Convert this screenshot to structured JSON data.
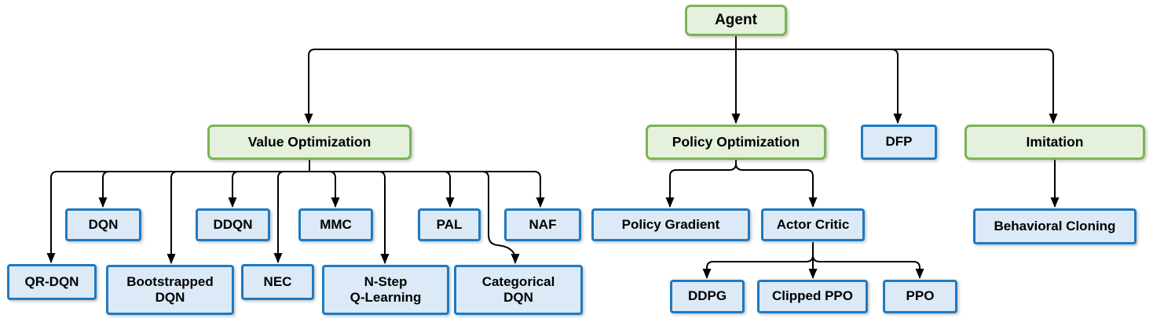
{
  "palette": {
    "green_fill": "#e5f1dd",
    "green_border": "#7cb454",
    "blue_fill": "#dce9f6",
    "blue_border": "#1e7ac2",
    "line_color": "#000000",
    "text_color": "#000000"
  },
  "nodes": {
    "agent": {
      "label": "Agent",
      "type": "green"
    },
    "value_optimization": {
      "label": "Value Optimization",
      "type": "green"
    },
    "policy_optimization": {
      "label": "Policy Optimization",
      "type": "green"
    },
    "dfp": {
      "label": "DFP",
      "type": "blue"
    },
    "imitation": {
      "label": "Imitation",
      "type": "green"
    },
    "dqn": {
      "label": "DQN",
      "type": "blue"
    },
    "ddqn": {
      "label": "DDQN",
      "type": "blue"
    },
    "mmc": {
      "label": "MMC",
      "type": "blue"
    },
    "pal": {
      "label": "PAL",
      "type": "blue"
    },
    "naf": {
      "label": "NAF",
      "type": "blue"
    },
    "qr_dqn": {
      "label": "QR-DQN",
      "type": "blue"
    },
    "bootstrapped_dqn": {
      "label": "Bootstrapped\nDQN",
      "type": "blue"
    },
    "nec": {
      "label": "NEC",
      "type": "blue"
    },
    "nstep_q_learning": {
      "label": "N-Step\nQ-Learning",
      "type": "blue"
    },
    "categorical_dqn": {
      "label": "Categorical\nDQN",
      "type": "blue"
    },
    "policy_gradient": {
      "label": "Policy Gradient",
      "type": "blue"
    },
    "actor_critic": {
      "label": "Actor Critic",
      "type": "blue"
    },
    "ddpg": {
      "label": "DDPG",
      "type": "blue"
    },
    "clipped_ppo": {
      "label": "Clipped PPO",
      "type": "blue"
    },
    "ppo": {
      "label": "PPO",
      "type": "blue"
    },
    "behavioral_cloning": {
      "label": "Behavioral Cloning",
      "type": "blue"
    }
  },
  "hierarchy": {
    "agent": [
      "value_optimization",
      "policy_optimization",
      "dfp",
      "imitation"
    ],
    "value_optimization": [
      "dqn",
      "ddqn",
      "mmc",
      "pal",
      "naf",
      "qr_dqn",
      "bootstrapped_dqn",
      "nec",
      "nstep_q_learning",
      "categorical_dqn"
    ],
    "policy_optimization": [
      "policy_gradient",
      "actor_critic"
    ],
    "actor_critic": [
      "ddpg",
      "clipped_ppo",
      "ppo"
    ],
    "imitation": [
      "behavioral_cloning"
    ]
  }
}
